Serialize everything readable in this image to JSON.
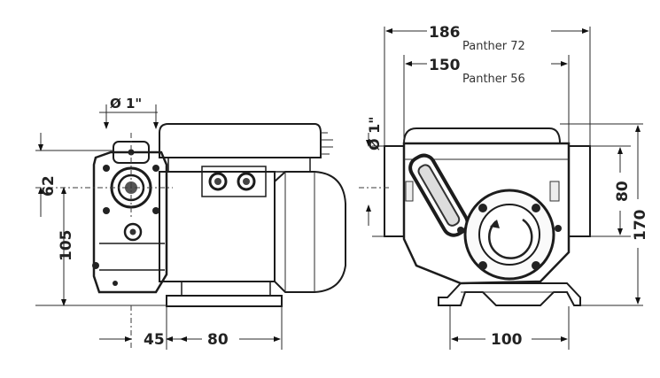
{
  "labels": {
    "dim_186": "186",
    "panther72": "Panther 72",
    "dim_150": "150",
    "panther56": "Panther 56",
    "dia_left": "Ø 1\"",
    "dia_right": "Ø 1\"",
    "dim_62": "62",
    "dim_105": "105",
    "dim_45": "45",
    "dim_80_bottom": "80",
    "dim_80_right": "80",
    "dim_170": "170",
    "dim_100": "100"
  }
}
